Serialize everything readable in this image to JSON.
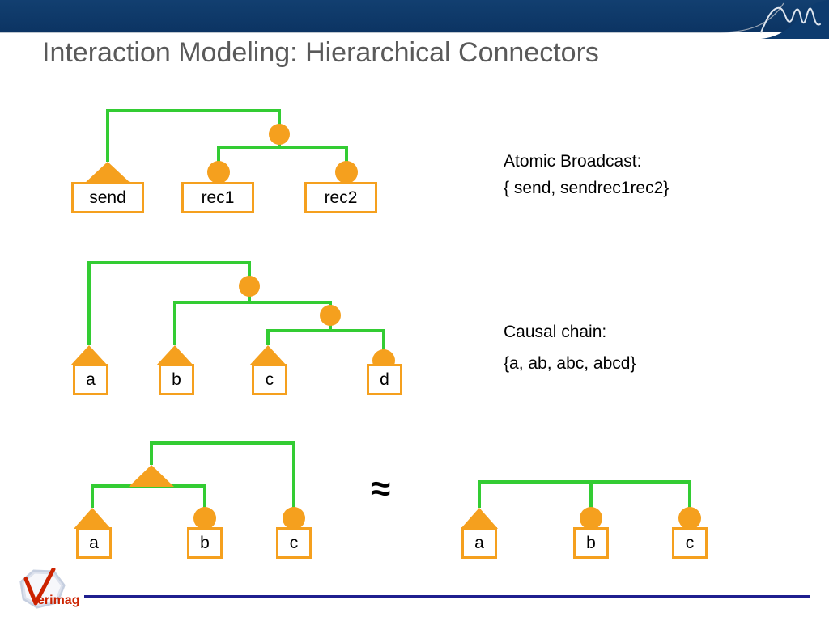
{
  "slide": {
    "title": "Interaction Modeling: Hierarchical Connectors",
    "banner_color": "#0d3b6e",
    "title_color": "#5a5a5a",
    "connector_color": "#33cc33",
    "port_color": "#f5a01e",
    "box_border_color": "#f5a01e",
    "footer_rule_color": "#1f1f8f",
    "equivalence_symbol": "≈"
  },
  "logo": {
    "name": "Verimag",
    "text": "erimag",
    "initial": "V",
    "text_color": "#cc2200",
    "hex_color": "#c6cfe0"
  },
  "diagrams": [
    {
      "id": "atomic-broadcast",
      "caption_title": "Atomic Broadcast:",
      "caption_set": "{ send, sendrec1rec2}",
      "components": [
        {
          "label": "send",
          "port": "trigger"
        },
        {
          "label": "rec1",
          "port": "synchron"
        },
        {
          "label": "rec2",
          "port": "synchron"
        }
      ],
      "connector_ports": [
        "synchron",
        "synchron"
      ]
    },
    {
      "id": "causal-chain",
      "caption_title": "Causal chain:",
      "caption_set": "{a, ab, abc, abcd}",
      "components": [
        {
          "label": "a",
          "port": "trigger"
        },
        {
          "label": "b",
          "port": "trigger"
        },
        {
          "label": "c",
          "port": "trigger"
        },
        {
          "label": "d",
          "port": "synchron"
        }
      ],
      "connector_ports": [
        "synchron",
        "synchron"
      ]
    },
    {
      "id": "hierarchical-flattening-left",
      "caption_title": "",
      "caption_set": "",
      "components": [
        {
          "label": "a",
          "port": "trigger"
        },
        {
          "label": "b",
          "port": "synchron"
        },
        {
          "label": "c",
          "port": "synchron"
        }
      ],
      "connector_ports": [
        "trigger"
      ]
    },
    {
      "id": "hierarchical-flattening-right",
      "caption_title": "",
      "caption_set": "",
      "components": [
        {
          "label": "a",
          "port": "trigger"
        },
        {
          "label": "b",
          "port": "synchron"
        },
        {
          "label": "c",
          "port": "synchron"
        }
      ],
      "connector_ports": []
    }
  ],
  "labels": {
    "send": "send",
    "rec1": "rec1",
    "rec2": "rec2",
    "a": "a",
    "b": "b",
    "c": "c",
    "d": "d"
  }
}
